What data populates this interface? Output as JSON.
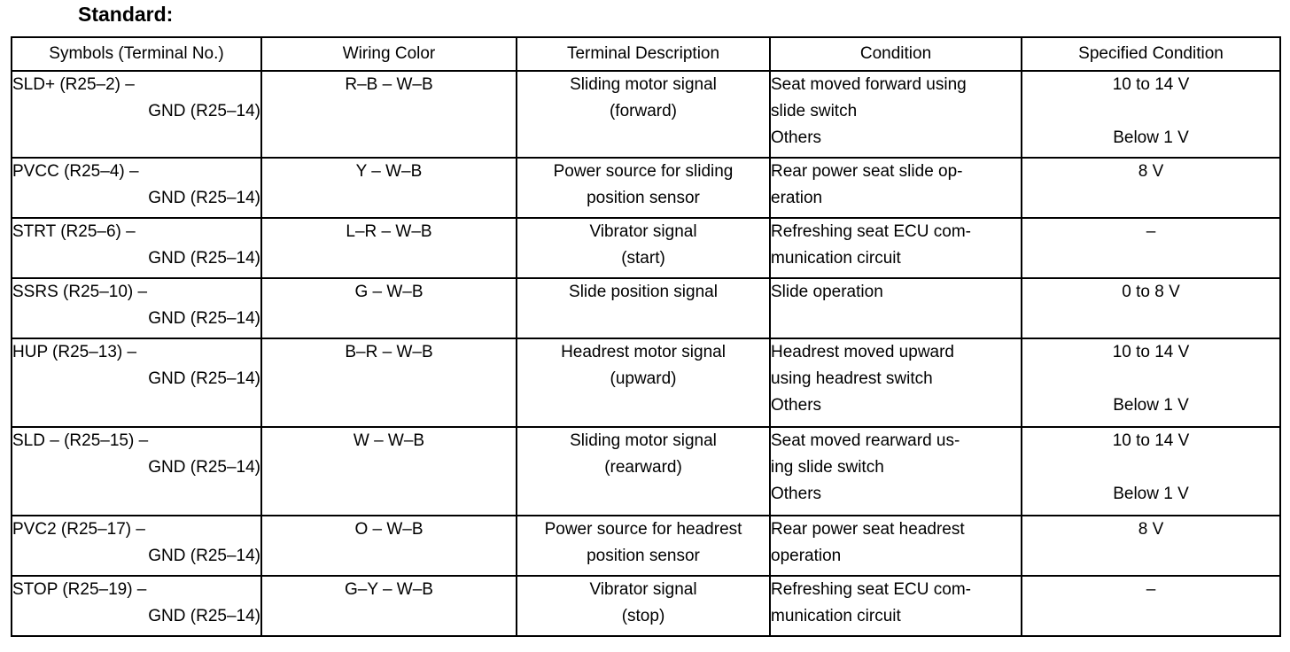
{
  "section": {
    "title": "Standard:"
  },
  "table": {
    "headers": [
      "Symbols (Terminal No.)",
      "Wiring Color",
      "Terminal Description",
      "Condition",
      "Specified Condition"
    ],
    "rows": [
      {
        "symbol_line1": "SLD+ (R25–2) –",
        "symbol_line2": "GND (R25–14)",
        "wiring_color": "R–B – W–B",
        "description_line1": "Sliding motor signal",
        "description_line2": "(forward)",
        "condition_line1": "Seat moved forward using",
        "condition_line2": "slide switch",
        "condition_line3": "Others",
        "specified_line1": "10 to 14 V",
        "specified_line2": "Below 1 V"
      },
      {
        "symbol_line1": "PVCC (R25–4) –",
        "symbol_line2": "GND (R25–14)",
        "wiring_color": "Y – W–B",
        "description_line1": "Power source for sliding",
        "description_line2": "position sensor",
        "condition_line1": "Rear power seat slide op-",
        "condition_line2": "eration",
        "condition_line3": "",
        "specified_line1": "8 V",
        "specified_line2": ""
      },
      {
        "symbol_line1": "STRT (R25–6) –",
        "symbol_line2": "GND (R25–14)",
        "wiring_color": "L–R – W–B",
        "description_line1": "Vibrator signal",
        "description_line2": "(start)",
        "condition_line1": "Refreshing seat ECU com-",
        "condition_line2": "munication circuit",
        "condition_line3": "",
        "specified_line1": "–",
        "specified_line2": ""
      },
      {
        "symbol_line1": "SSRS (R25–10) –",
        "symbol_line2": "GND (R25–14)",
        "wiring_color": "G – W–B",
        "description_line1": "Slide position signal",
        "description_line2": "",
        "condition_line1": "Slide operation",
        "condition_line2": "",
        "condition_line3": "",
        "specified_line1": "0 to 8 V",
        "specified_line2": ""
      },
      {
        "symbol_line1": "HUP (R25–13) –",
        "symbol_line2": "GND (R25–14)",
        "wiring_color": "B–R – W–B",
        "description_line1": "Headrest motor signal",
        "description_line2": "(upward)",
        "condition_line1": "Headrest moved upward",
        "condition_line2": "using headrest switch",
        "condition_line3": "Others",
        "specified_line1": "10 to 14 V",
        "specified_line2": "Below 1 V"
      },
      {
        "symbol_line1": "SLD – (R25–15) –",
        "symbol_line2": "GND (R25–14)",
        "wiring_color": "W – W–B",
        "description_line1": "Sliding motor signal",
        "description_line2": "(rearward)",
        "condition_line1": "Seat moved rearward us-",
        "condition_line2": "ing slide switch",
        "condition_line3": "Others",
        "specified_line1": "10 to 14 V",
        "specified_line2": "Below 1 V"
      },
      {
        "symbol_line1": "PVC2 (R25–17) –",
        "symbol_line2": "GND (R25–14)",
        "wiring_color": "O – W–B",
        "description_line1": "Power source for headrest",
        "description_line2": "position sensor",
        "condition_line1": "Rear power seat headrest",
        "condition_line2": "operation",
        "condition_line3": "",
        "specified_line1": "8 V",
        "specified_line2": ""
      },
      {
        "symbol_line1": "STOP (R25–19) –",
        "symbol_line2": "GND (R25–14)",
        "wiring_color": "G–Y – W–B",
        "description_line1": "Vibrator signal",
        "description_line2": "(stop)",
        "condition_line1": "Refreshing seat ECU com-",
        "condition_line2": "munication circuit",
        "condition_line3": "",
        "specified_line1": "–",
        "specified_line2": ""
      }
    ]
  }
}
